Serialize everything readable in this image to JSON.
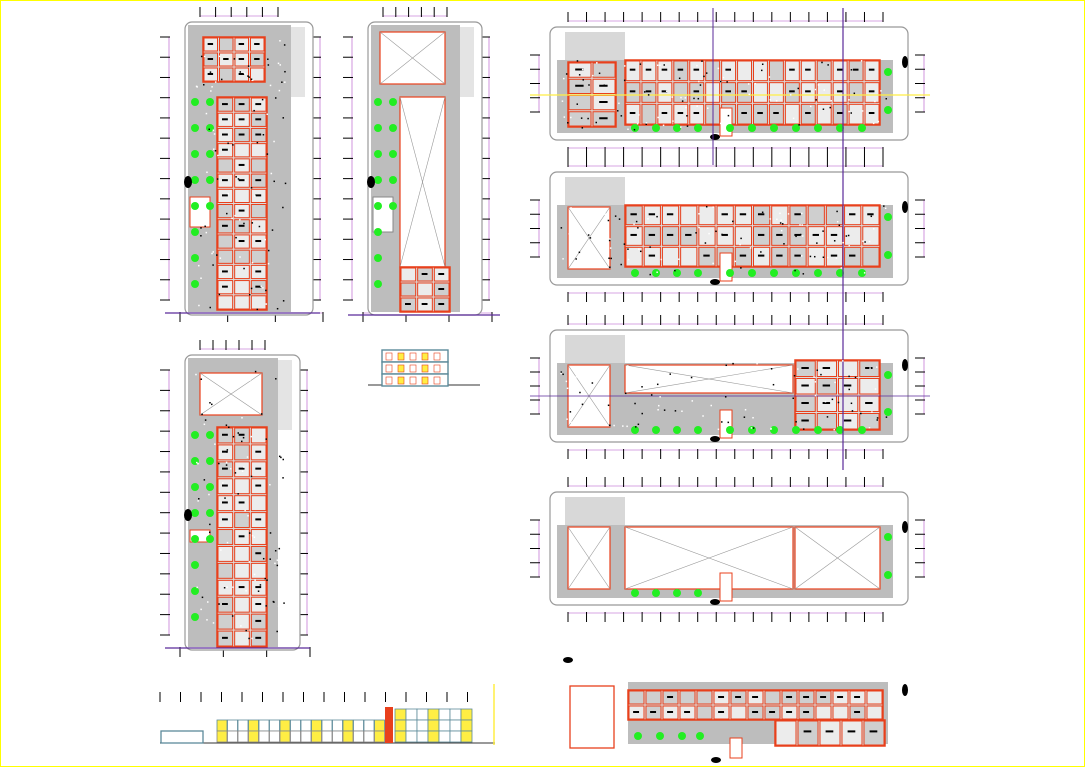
{
  "colors": {
    "background": "#ffffff",
    "sheet_border": "#ffff00",
    "wall": "#e8401c",
    "hatch": "#bdbdbd",
    "plant": "#22ee22",
    "grid_line": "#b04cc8",
    "axis_marker": "#000000",
    "section_line": "#5a2a9a",
    "glazing": "#ffee44",
    "slab": "#5c8a9a"
  },
  "drawings": [
    {
      "kind": "floor-plan",
      "orientation": "vertical"
    },
    {
      "kind": "floor-plan",
      "orientation": "vertical"
    },
    {
      "kind": "floor-plan",
      "orientation": "vertical"
    },
    {
      "kind": "section"
    },
    {
      "kind": "floor-plan",
      "orientation": "horizontal"
    },
    {
      "kind": "floor-plan",
      "orientation": "horizontal"
    },
    {
      "kind": "floor-plan",
      "orientation": "horizontal"
    },
    {
      "kind": "roof-plan",
      "orientation": "horizontal"
    },
    {
      "kind": "floor-plan",
      "orientation": "horizontal"
    },
    {
      "kind": "elevation"
    }
  ]
}
